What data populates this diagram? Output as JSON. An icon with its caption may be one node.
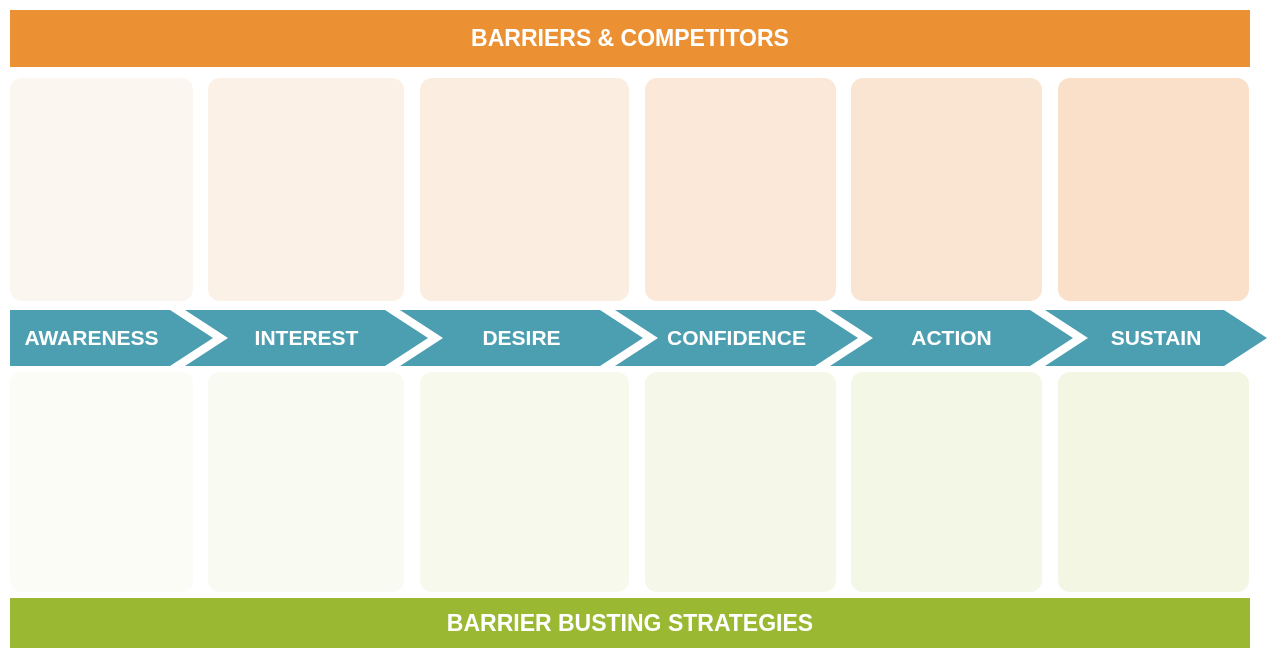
{
  "diagram": {
    "nodes": [
      {
        "text": [
          "BARRIERS & COMPETITORS"
        ]
      },
      {
        "text": [],
        "shape": "box"
      },
      {
        "text": [],
        "shape": "box"
      },
      {
        "text": [],
        "shape": "box"
      },
      {
        "text": [],
        "shape": "box"
      },
      {
        "text": [],
        "shape": "box"
      },
      {
        "text": [],
        "shape": "box"
      },
      {
        "text": [
          "AWARENESS"
        ]
      },
      {
        "text": [
          "INTEREST"
        ]
      },
      {
        "text": [
          "DESIRE"
        ]
      },
      {
        "text": [
          "CONFIDENCE"
        ]
      },
      {
        "text": [
          "ACTION"
        ]
      },
      {
        "text": [
          "SUSTAIN"
        ]
      },
      {
        "text": [],
        "shape": "box"
      },
      {
        "text": [],
        "shape": "box"
      },
      {
        "text": [],
        "shape": "box"
      },
      {
        "text": [],
        "shape": "box"
      },
      {
        "text": [],
        "shape": "box"
      },
      {
        "text": [],
        "shape": "box"
      },
      {
        "text": [
          "BARRIER BUSTING STRATEGIES"
        ]
      }
    ]
  }
}
